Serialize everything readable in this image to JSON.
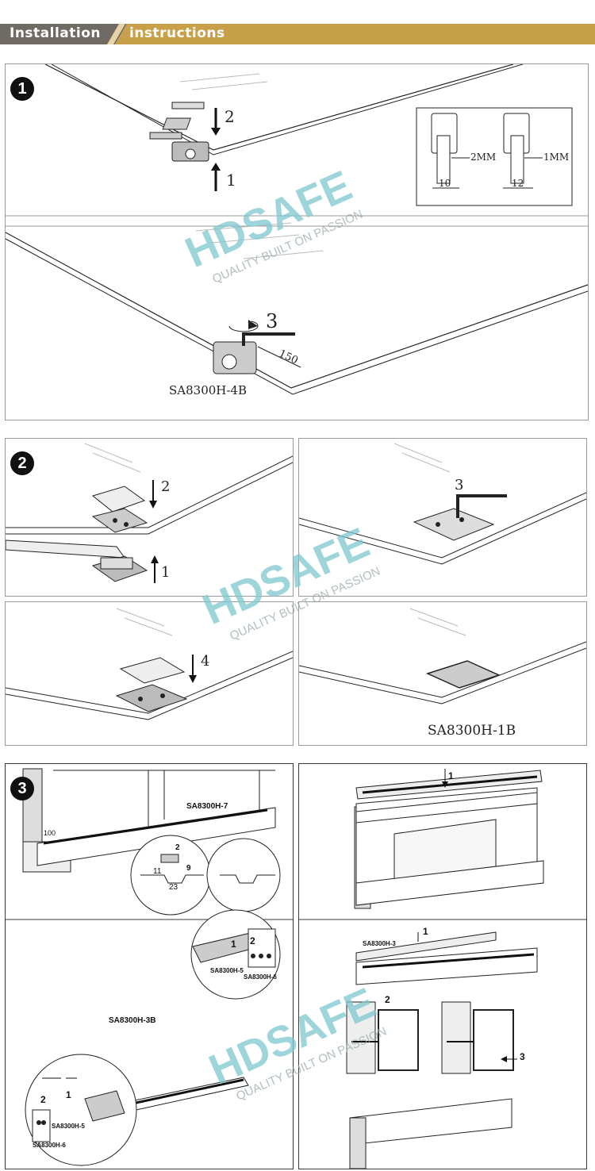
{
  "header": {
    "word1": "Installation",
    "word2": "instructions",
    "left_color": "#6f6a64",
    "right_color": "#c9a04a"
  },
  "steps": [
    "1",
    "2",
    "3"
  ],
  "step1": {
    "arrow_top": "2",
    "arrow_bottom": "1",
    "arrow_rotate": "3",
    "gap_left": "2MM",
    "gap_right": "1MM",
    "width_left": "10",
    "width_right": "12",
    "distance": "150",
    "part": "SA8300H-4B"
  },
  "step2": {
    "a1": "2",
    "a2": "1",
    "a3": "3",
    "a4": "4",
    "part": "SA8300H-1B"
  },
  "step3": {
    "track": "SA8300H-7",
    "dim100": "100",
    "dim2": "2",
    "dim9": "9",
    "dim11": "11",
    "dim23": "23",
    "rail": "SA8300H-3B",
    "n1": "1",
    "n2": "2",
    "part5": "SA8300H-5",
    "part6": "SA8300H-6",
    "r1": "1",
    "cover": "SA8300H-3",
    "c1": "1",
    "c2": "2",
    "c3": "3"
  },
  "watermark": {
    "brand": "HDSAFE",
    "tagline": "QUALITY BUILT ON PASSION",
    "color": "#7ec8d0",
    "accent": "#e88a8a"
  }
}
